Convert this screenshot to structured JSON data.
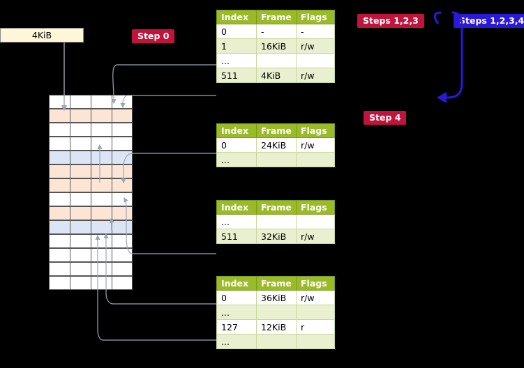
{
  "labels": {
    "step0": "Step 0",
    "steps123": "Steps 1,2,3",
    "steps1234": "Steps 1,2,3,4",
    "step4": "Step 4",
    "page_size": "4KiB"
  },
  "colors": {
    "badge_crimson": "#c0143c",
    "badge_blue": "#2a1ad8",
    "table_header": "#9aba28",
    "table_alt_row": "#e9f0cf",
    "mem_peach": "#fce5d5",
    "mem_blue": "#dbe5f5",
    "arrow_blue": "#2a1ad8",
    "arrow_gray": "#9aa7b5"
  },
  "tables": [
    {
      "name": "pml4-table",
      "headers": [
        "Index",
        "Frame",
        "Flags"
      ],
      "rows": [
        [
          "0",
          "-",
          "-"
        ],
        [
          "1",
          "16KiB",
          "r/w"
        ],
        [
          "...",
          "",
          ""
        ],
        [
          "511",
          "4KiB",
          "r/w"
        ]
      ]
    },
    {
      "name": "pdp-table",
      "headers": [
        "Index",
        "Frame",
        "Flags"
      ],
      "rows": [
        [
          "0",
          "24KiB",
          "r/w"
        ],
        [
          "...",
          "",
          ""
        ]
      ]
    },
    {
      "name": "pd-table",
      "headers": [
        "Index",
        "Frame",
        "Flags"
      ],
      "rows": [
        [
          "...",
          "",
          ""
        ],
        [
          "511",
          "32KiB",
          "r/w"
        ]
      ]
    },
    {
      "name": "pt-table",
      "headers": [
        "Index",
        "Frame",
        "Flags"
      ],
      "rows": [
        [
          "0",
          "36KiB",
          "r/w"
        ],
        [
          "...",
          "",
          ""
        ],
        [
          "127",
          "12KiB",
          "r"
        ],
        [
          "...",
          "",
          ""
        ]
      ]
    }
  ],
  "memory_rows": [
    {
      "fill": "white"
    },
    {
      "fill": "peach"
    },
    {
      "fill": "white"
    },
    {
      "fill": "white"
    },
    {
      "fill": "blue"
    },
    {
      "fill": "peach"
    },
    {
      "fill": "peach"
    },
    {
      "fill": "white"
    },
    {
      "fill": "peach"
    },
    {
      "fill": "blue"
    },
    {
      "fill": "white"
    },
    {
      "fill": "white"
    },
    {
      "fill": "white"
    },
    {
      "fill": "white"
    }
  ]
}
